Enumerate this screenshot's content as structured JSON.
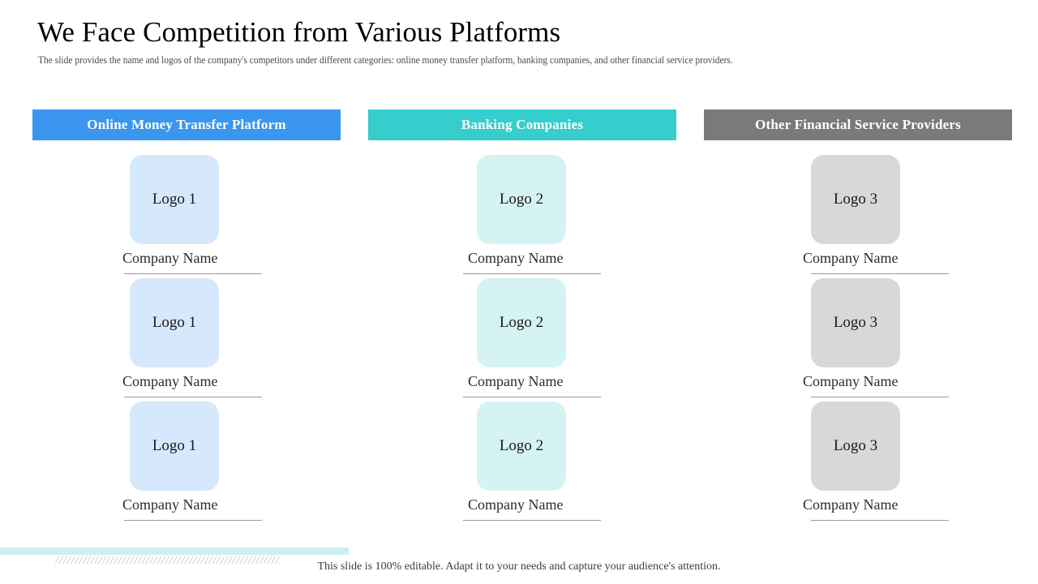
{
  "slide": {
    "title": "We Face Competition from Various Platforms",
    "subtitle": "The slide provides the name and logos of the company's competitors under different categories: online money transfer platform, banking companies, and other financial service providers.",
    "footer_note": "This slide is 100% editable. Adapt it to your needs and capture your audience's attention."
  },
  "theme": {
    "header_blue": "#3b96f0",
    "header_teal": "#36cdcd",
    "header_gray": "#7a7a7a",
    "box_blue": "#d6e8fb",
    "box_teal": "#d5f3f2",
    "box_gray": "#d8d8d8",
    "accent_bar": "#cdeeee",
    "hatch": "#d9d9d9",
    "title_color": "#000000",
    "subtitle_color": "#4a4a4a"
  },
  "columns": [
    {
      "header": "Online Money Transfer Platform",
      "header_color": "#3b96f0",
      "box_color": "#d6e8fb",
      "items": [
        {
          "logo_label": "Logo 1",
          "company": "Company Name"
        },
        {
          "logo_label": "Logo 1",
          "company": "Company Name"
        },
        {
          "logo_label": "Logo 1",
          "company": "Company Name"
        }
      ]
    },
    {
      "header": "Banking Companies",
      "header_color": "#36cdcd",
      "box_color": "#d5f3f2",
      "items": [
        {
          "logo_label": "Logo 2",
          "company": "Company Name"
        },
        {
          "logo_label": "Logo 2",
          "company": "Company Name"
        },
        {
          "logo_label": "Logo 2",
          "company": "Company Name"
        }
      ]
    },
    {
      "header": "Other Financial Service Providers",
      "header_color": "#7a7a7a",
      "box_color": "#d8d8d8",
      "items": [
        {
          "logo_label": "Logo 3",
          "company": "Company Name"
        },
        {
          "logo_label": "Logo 3",
          "company": "Company Name"
        },
        {
          "logo_label": "Logo 3",
          "company": "Company Name"
        }
      ]
    }
  ]
}
